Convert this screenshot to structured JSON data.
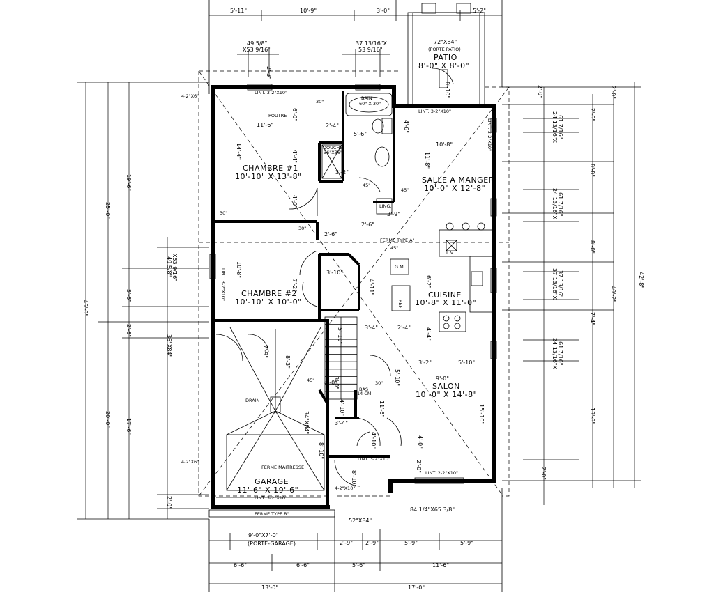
{
  "rooms": {
    "patio": {
      "name": "PATIO",
      "size": "8'-0\" X 8'-0\"",
      "door": "72\"X84\"",
      "door_note": "(PORTE PATIO)"
    },
    "chambre1": {
      "name": "CHAMBRE #1",
      "size": "10'-10\" X 13'-8\""
    },
    "chambre2": {
      "name": "CHAMBRE #2",
      "size": "10'-10\" X 10'-0\""
    },
    "salle_manger": {
      "name": "SALLE A MANGER",
      "size": "10'-0\" X 12'-8\""
    },
    "cuisine": {
      "name": "CUISINE",
      "size": "10'-8\" X 11'-0\""
    },
    "salon": {
      "name": "SALON",
      "size": "10'-0\" X 14'-8\""
    },
    "garage": {
      "name": "GARAGE",
      "size": "11'-6\" X 19'-6\"",
      "door": "9'-0\"X7'-0\"",
      "door_note": "(PORTE-GARAGE)"
    }
  },
  "labels": {
    "ferme_a": "FERME TYPE A\"",
    "ferme_b": "FERME TYPE B\"",
    "ferme_maitresse": "FERME MAITRESSE",
    "poutre": "POUTRE",
    "bain": "BAIN",
    "bain_size": "60\" X 30\"",
    "douche": "DOUCHE",
    "douche_size": "36\"X36\"",
    "ling": "LING.",
    "gm": "G.M.",
    "ref": "REF",
    "drain": "DRAIN",
    "bas": "BAS",
    "marches": "14 CM",
    "lv": "L.V."
  },
  "windows": {
    "top_left": "49 5/8\"",
    "top_left_b": "X53 9/16\"",
    "top_right": "37 13/16\"X",
    "top_right_b": "53 9/16\"",
    "left_mid": "49 5/8\"",
    "left_mid_b": "X53 9/16\"",
    "left_door": "36\"X84\"",
    "right_1": "24 13/16\"X",
    "right_1b": "61 7/16\"",
    "right_2": "24 13/16\"X",
    "right_2b": "61 7/16\"",
    "right_3": "37 13/16\"X",
    "right_3b": "37 13/16\"",
    "right_4": "24 13/16\"X",
    "right_4b": "61 7/16\"",
    "bottom_salon": "84 1/4\"X65 3/8\"",
    "bottom_entry": "52\"X84\"",
    "garage_side": "34\"X84\""
  },
  "lintels": {
    "l1": "LINT. 3-2\"X10\"",
    "l2": "LINT. 3-2\"X10\"",
    "l3": "LINT. 2-2\"X10\"",
    "l4": "LINT. 3-2\"X10\"",
    "l5": "LINT. 3-2\"X10\"",
    "l6": "LINT. 3-2\"X10\"",
    "l7": "LINT. 3-2\"X10\"",
    "l8": "4-2\"X6\"",
    "l9": "4-2\"X6\"",
    "l10": "4-2\"X10\""
  },
  "dims_top": [
    "5'-11\"",
    "10'-9\"",
    "3'-0\"",
    "5'-2\""
  ],
  "dims_bottom_row1": [
    "2'-9\"",
    "2'-9\"",
    "5'-9\"",
    "5'-9\""
  ],
  "dims_bottom_row2": [
    "6'-6\"",
    "6'-6\"",
    "5'-6\"",
    "11'-6\""
  ],
  "dims_bottom_row3": [
    "13'-0\"",
    "17'-0\""
  ],
  "dims_left_outer": "45'-0\"",
  "dims_left_a": [
    "25'-0\"",
    "20'-0\""
  ],
  "dims_left_b": [
    "19'-6\"",
    "5'-6\"",
    "2'-6\"",
    "17'-6\""
  ],
  "dims_left_c": [
    "2'-3\"",
    "2'-0\""
  ],
  "dims_right_outer": "42'-8\"",
  "dims_right_a": [
    "2'-0\"",
    "40'-2\"",
    "2'-0\""
  ],
  "dims_right_b": [
    "2'-6\"",
    "8'-8\"",
    "8'-0\"",
    "7'-4\"",
    "13'-8\""
  ],
  "interior_dims": {
    "c1_w": "11'-6\"",
    "c1_h": "14'-4\"",
    "c2_h": "10'-8\"",
    "c2_h2": "7'-2\"",
    "sm_w": "10'-8\"",
    "sm_h": "11'-8\"",
    "bath_w": "5'-6\"",
    "bath_h": "6'-0\"",
    "d1": "2'-4\"",
    "d2": "4'-4\"",
    "d3": "3'-2\"",
    "d4": "4'-0\"",
    "d5": "2'-6\"",
    "d6": "3'-10\"",
    "d7": "4'-11\"",
    "d8": "6'-2\"",
    "d9": "3'-4\"",
    "d10": "2'-4\"",
    "d11": "4'-4\"",
    "d12": "3'-2\"",
    "d13": "5'-10\"",
    "d14": "9'-0\"",
    "d15": "15'-10\"",
    "d16": "11'-6\"",
    "d17": "4'-0\"",
    "d18": "3'-4\"",
    "d19": "8'-3\"",
    "d20": "7'-9\"",
    "d21": "4'-10\"",
    "d22": "5'-10\"",
    "d23": "8'-10\"",
    "d24": "4'-0\"",
    "d25": "2'-6\"",
    "d26": "3'-9\"",
    "d27": "3'-0\"",
    "d28": "8'-10\"",
    "d29": "5'-10\"",
    "d30": "4'-10\"",
    "d31": "4'-6\"",
    "d32": "2'-0\"",
    "d33": "2'-0\""
  },
  "angles": [
    "30\"",
    "45\"",
    "45\"",
    "30\"",
    "30\"",
    "45\"",
    "30\"",
    "45\""
  ]
}
